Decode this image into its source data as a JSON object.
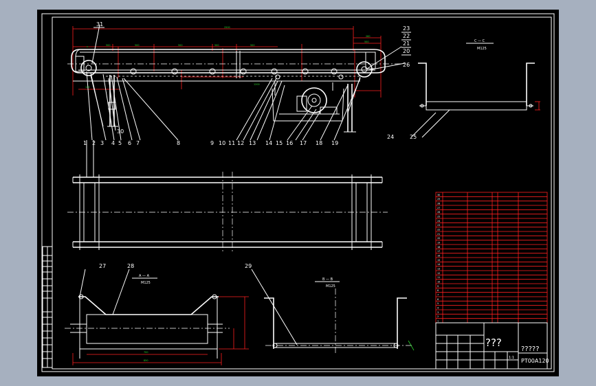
{
  "colors": {
    "background": "#a6b0bf",
    "sheet": "#000000",
    "line": "#ffffff",
    "dimension": "#ff2020",
    "text_dimension": "#2bd62b"
  },
  "balloons": {
    "top_left": "31",
    "top_right": [
      "23",
      "22",
      "21",
      "20"
    ],
    "right_26": "26",
    "left_30": "30",
    "bottom": [
      "3",
      "4",
      "5",
      "6",
      "7",
      "8",
      "9",
      "10",
      "11",
      "12",
      "13",
      "14",
      "15",
      "16",
      "17",
      "18",
      "19"
    ],
    "plan": [
      "1",
      "2"
    ],
    "section_c": [
      "24",
      "25"
    ],
    "section_a": [
      "27",
      "28"
    ],
    "section_b": "29"
  },
  "sections": {
    "c": {
      "title": "C — C",
      "scale": "M125"
    },
    "a": {
      "title": "A — A",
      "scale": "M125"
    },
    "b": {
      "title": "B — B",
      "scale": "M125"
    }
  },
  "title_block": {
    "name": "???",
    "drawing_no": "?????",
    "code": "PT00A120",
    "format": "1:1"
  },
  "parts_list": {
    "rows": [
      "30",
      "29",
      "28",
      "27",
      "26",
      "25",
      "24",
      "23",
      "22",
      "21",
      "20",
      "19",
      "18",
      "17",
      "16",
      "15",
      "14",
      "13",
      "12",
      "11",
      "10",
      "9",
      "8",
      "7",
      "6",
      "5",
      "4",
      "3",
      "2",
      "1"
    ]
  }
}
